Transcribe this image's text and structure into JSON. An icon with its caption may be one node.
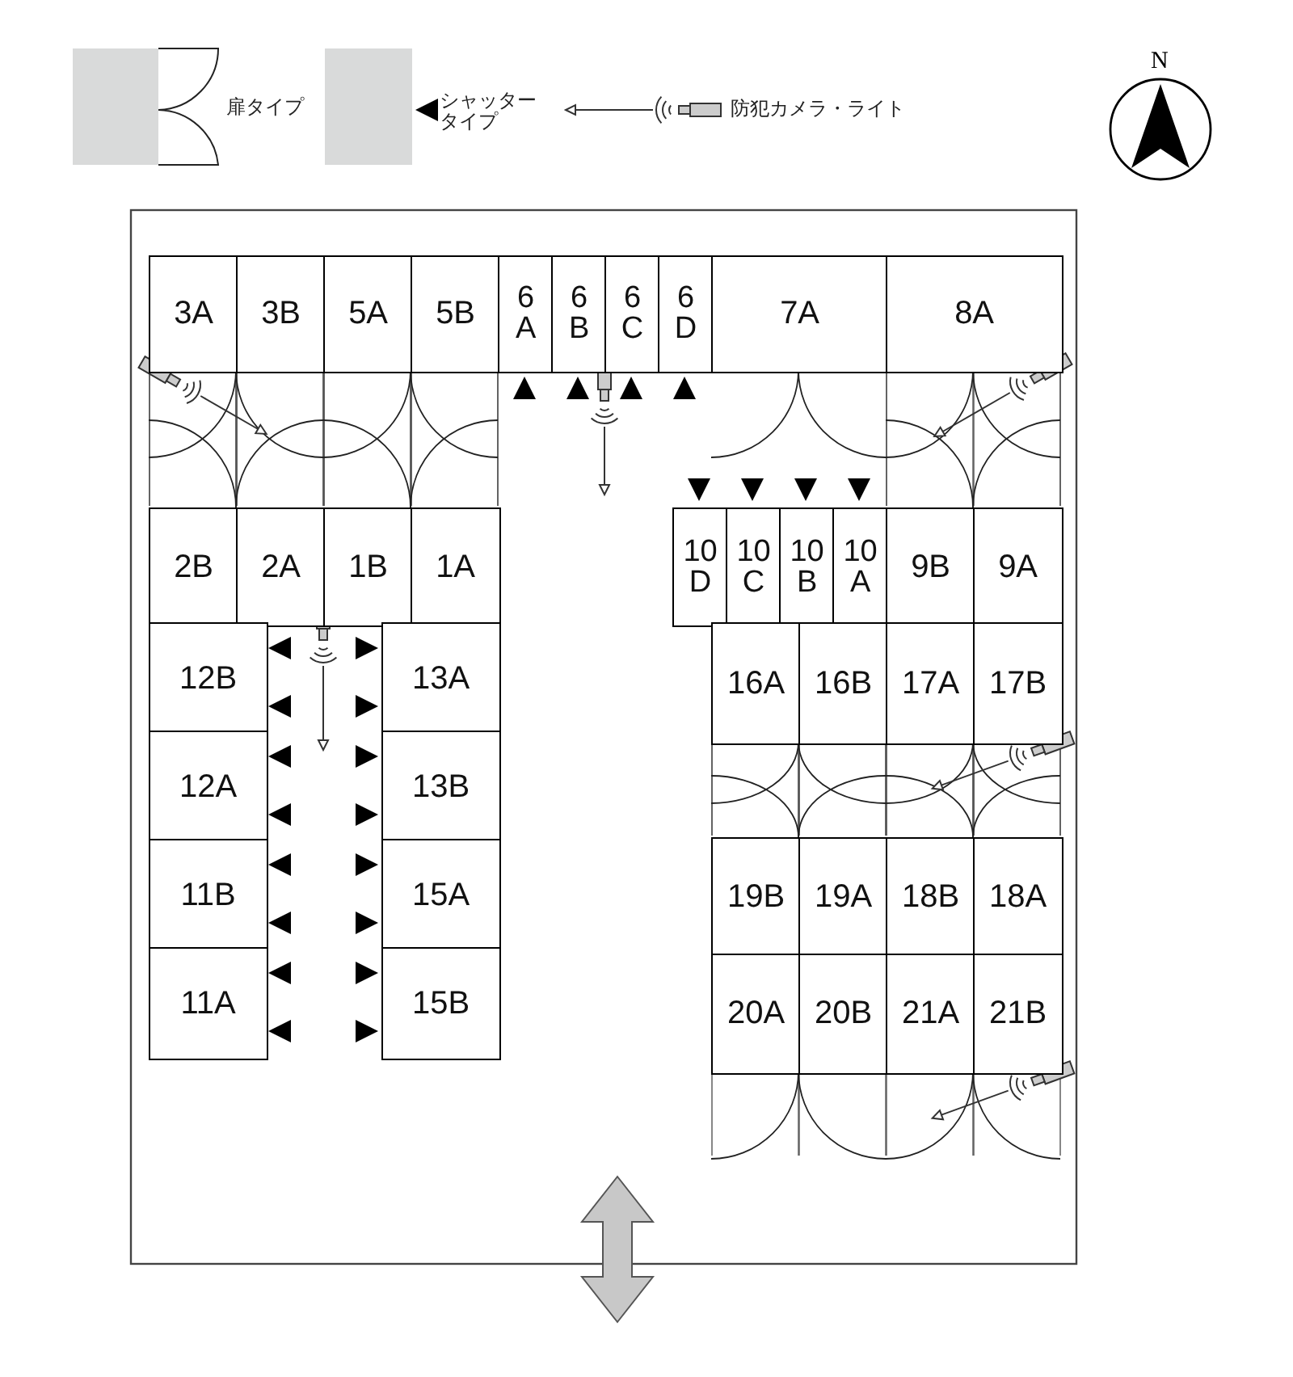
{
  "diagram": {
    "nodes": [
      {
        "text": [
          "3A"
        ]
      },
      {
        "text": [
          "3B"
        ]
      },
      {
        "text": [
          "5A"
        ]
      },
      {
        "text": [
          "5B"
        ]
      },
      {
        "text": [
          "6A"
        ]
      },
      {
        "text": [
          "6B"
        ]
      },
      {
        "text": [
          "6C"
        ]
      },
      {
        "text": [
          "6D"
        ]
      },
      {
        "text": [
          "7A"
        ]
      },
      {
        "text": [
          "8A"
        ]
      },
      {
        "text": [
          "2B"
        ]
      },
      {
        "text": [
          "2A"
        ]
      },
      {
        "text": [
          "1B"
        ]
      },
      {
        "text": [
          "1A"
        ]
      },
      {
        "text": [
          "10D"
        ]
      },
      {
        "text": [
          "10C"
        ]
      },
      {
        "text": [
          "10B"
        ]
      },
      {
        "text": [
          "10A"
        ]
      },
      {
        "text": [
          "9B"
        ]
      },
      {
        "text": [
          "9A"
        ]
      },
      {
        "text": [
          "12B"
        ]
      },
      {
        "text": [
          "13A"
        ]
      },
      {
        "text": [
          "16A"
        ]
      },
      {
        "text": [
          "16B"
        ]
      },
      {
        "text": [
          "17A"
        ]
      },
      {
        "text": [
          "17B"
        ]
      },
      {
        "text": [
          "12A"
        ]
      },
      {
        "text": [
          "13B"
        ]
      },
      {
        "text": [
          "11B"
        ]
      },
      {
        "text": [
          "15A"
        ]
      },
      {
        "text": [
          "19B"
        ]
      },
      {
        "text": [
          "19A"
        ]
      },
      {
        "text": [
          "18B"
        ]
      },
      {
        "text": [
          "18A"
        ]
      },
      {
        "text": [
          "11A"
        ]
      },
      {
        "text": [
          "15B"
        ]
      },
      {
        "text": [
          "20A"
        ]
      },
      {
        "text": [
          "20B"
        ]
      },
      {
        "text": [
          "21A"
        ]
      },
      {
        "text": [
          "21B"
        ]
      }
    ],
    "labels": [
      "N"
    ],
    "legend": [
      {
        "text": "扉タイプ"
      },
      {
        "text": "シャッタータイプ"
      },
      {
        "text": "防犯カメラ・ライト"
      }
    ]
  }
}
